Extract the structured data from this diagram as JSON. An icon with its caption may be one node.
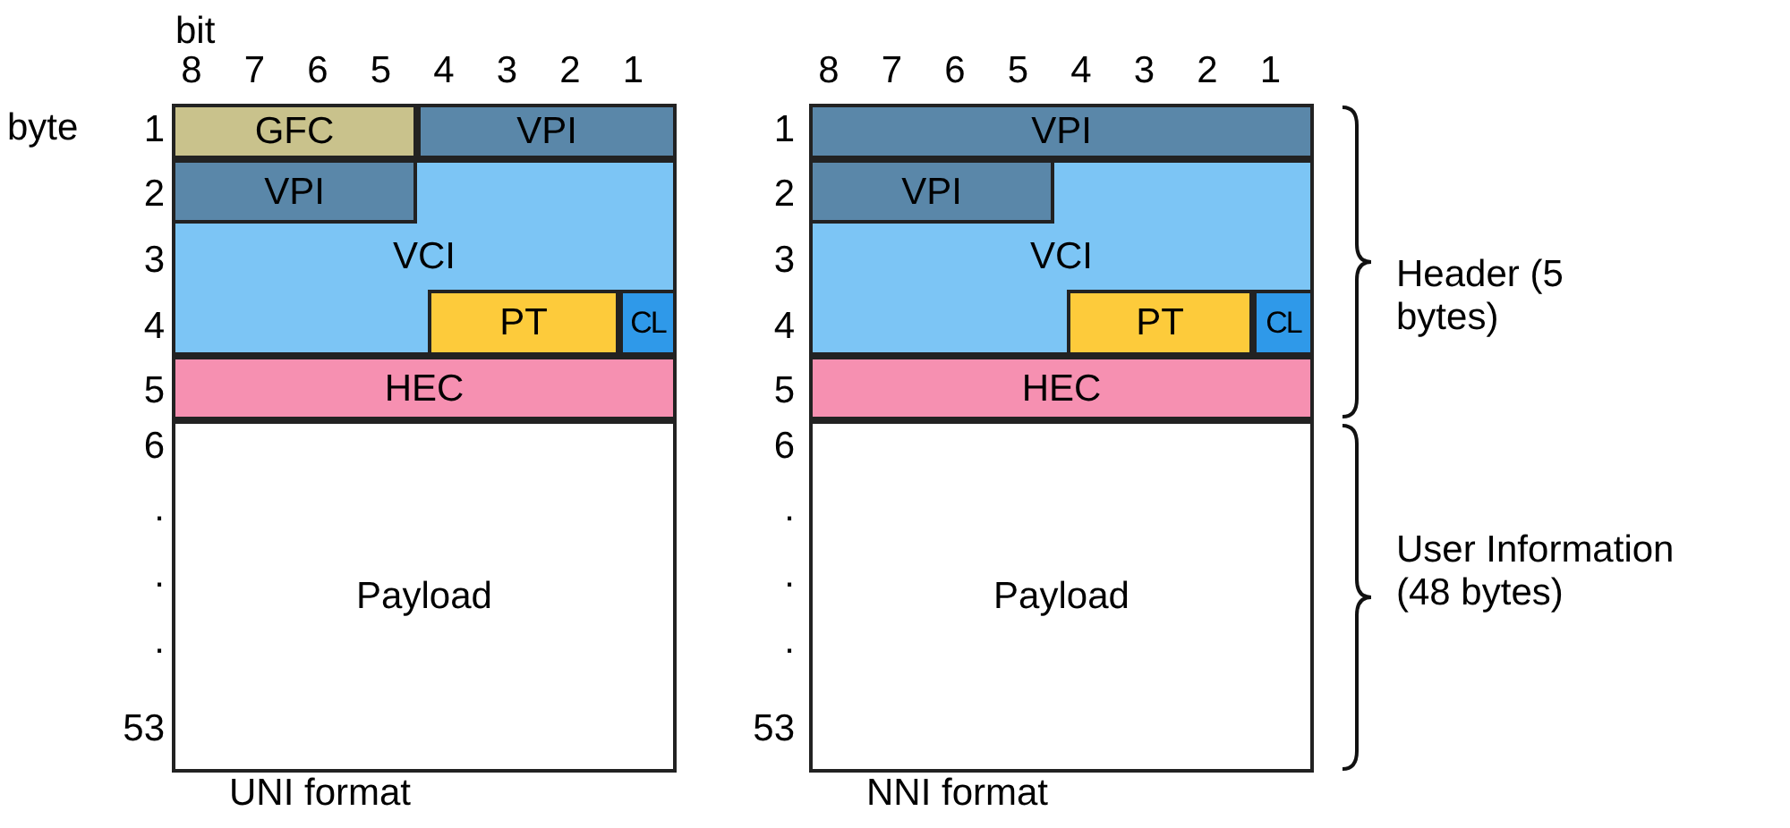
{
  "diagram": {
    "nodes": [
      {
        "text": [
          "GFC"
        ]
      },
      {
        "text": [
          "VPI"
        ]
      },
      {
        "text": [
          "VCI"
        ]
      },
      {
        "text": [
          "VPI"
        ],
        "in": 2
      },
      {
        "text": [
          "PT"
        ],
        "in": 2
      },
      {
        "text": [
          "CL"
        ],
        "in": 2
      },
      {
        "text": [
          "HEC"
        ]
      },
      {
        "text": [
          "Payload"
        ]
      },
      {
        "text": [
          "VPI"
        ]
      },
      {
        "text": [
          "VCI"
        ]
      },
      {
        "text": [
          "VPI"
        ],
        "in": 9
      },
      {
        "text": [
          "PT"
        ],
        "in": 9
      },
      {
        "text": [
          "CL"
        ],
        "in": 9
      },
      {
        "text": [
          "HEC"
        ]
      },
      {
        "text": [
          "Payload"
        ]
      }
    ],
    "labels": [
      "bit",
      "8",
      "7",
      "6",
      "5",
      "4",
      "3",
      "2",
      "1",
      "8",
      "7",
      "6",
      "5",
      "4",
      "3",
      "2",
      "1",
      "byte",
      "1",
      "2",
      "3",
      "4",
      "5",
      "6",
      ".",
      ".",
      ".",
      "53",
      "1",
      "2",
      "3",
      "4",
      "5",
      "6",
      ".",
      ".",
      ".",
      "53",
      "Header (5 bytes)",
      "User Information (48 bytes)",
      "UNI format",
      "NNI format"
    ]
  }
}
